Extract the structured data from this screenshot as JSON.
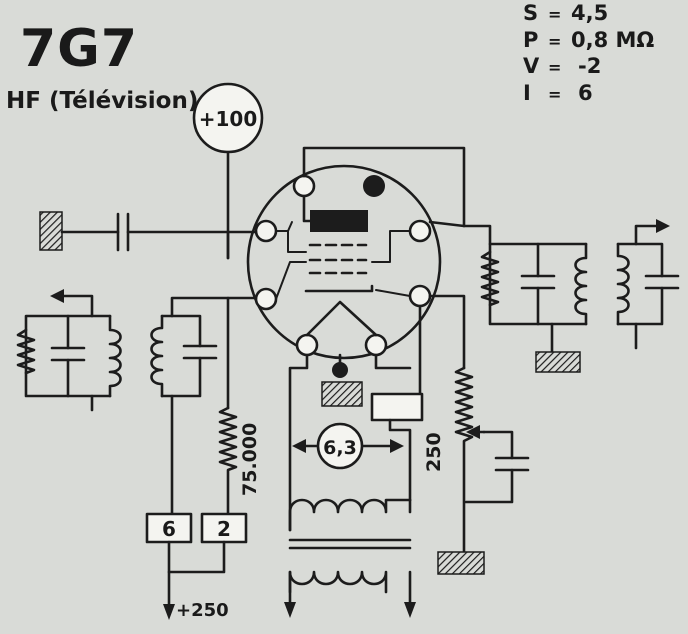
{
  "title": "7G7",
  "subtitle": "HF (Télévision)",
  "params": [
    {
      "label": "S",
      "sep": "=",
      "value": "4,5"
    },
    {
      "label": "P",
      "sep": "=",
      "value": "0,8 MΩ"
    },
    {
      "label": "V",
      "sep": "=",
      "value": "-2"
    },
    {
      "label": "I",
      "sep": "=",
      "value": "6"
    }
  ],
  "labels": {
    "supply_top": "+100",
    "heater": "6,3",
    "r_grid": "75.000",
    "r_pot": "250",
    "pin_a": "6",
    "pin_b": "2",
    "supply_bottom": "+250"
  },
  "colors": {
    "ink": "#1c1c1c",
    "paper": "#d9dbd7"
  }
}
